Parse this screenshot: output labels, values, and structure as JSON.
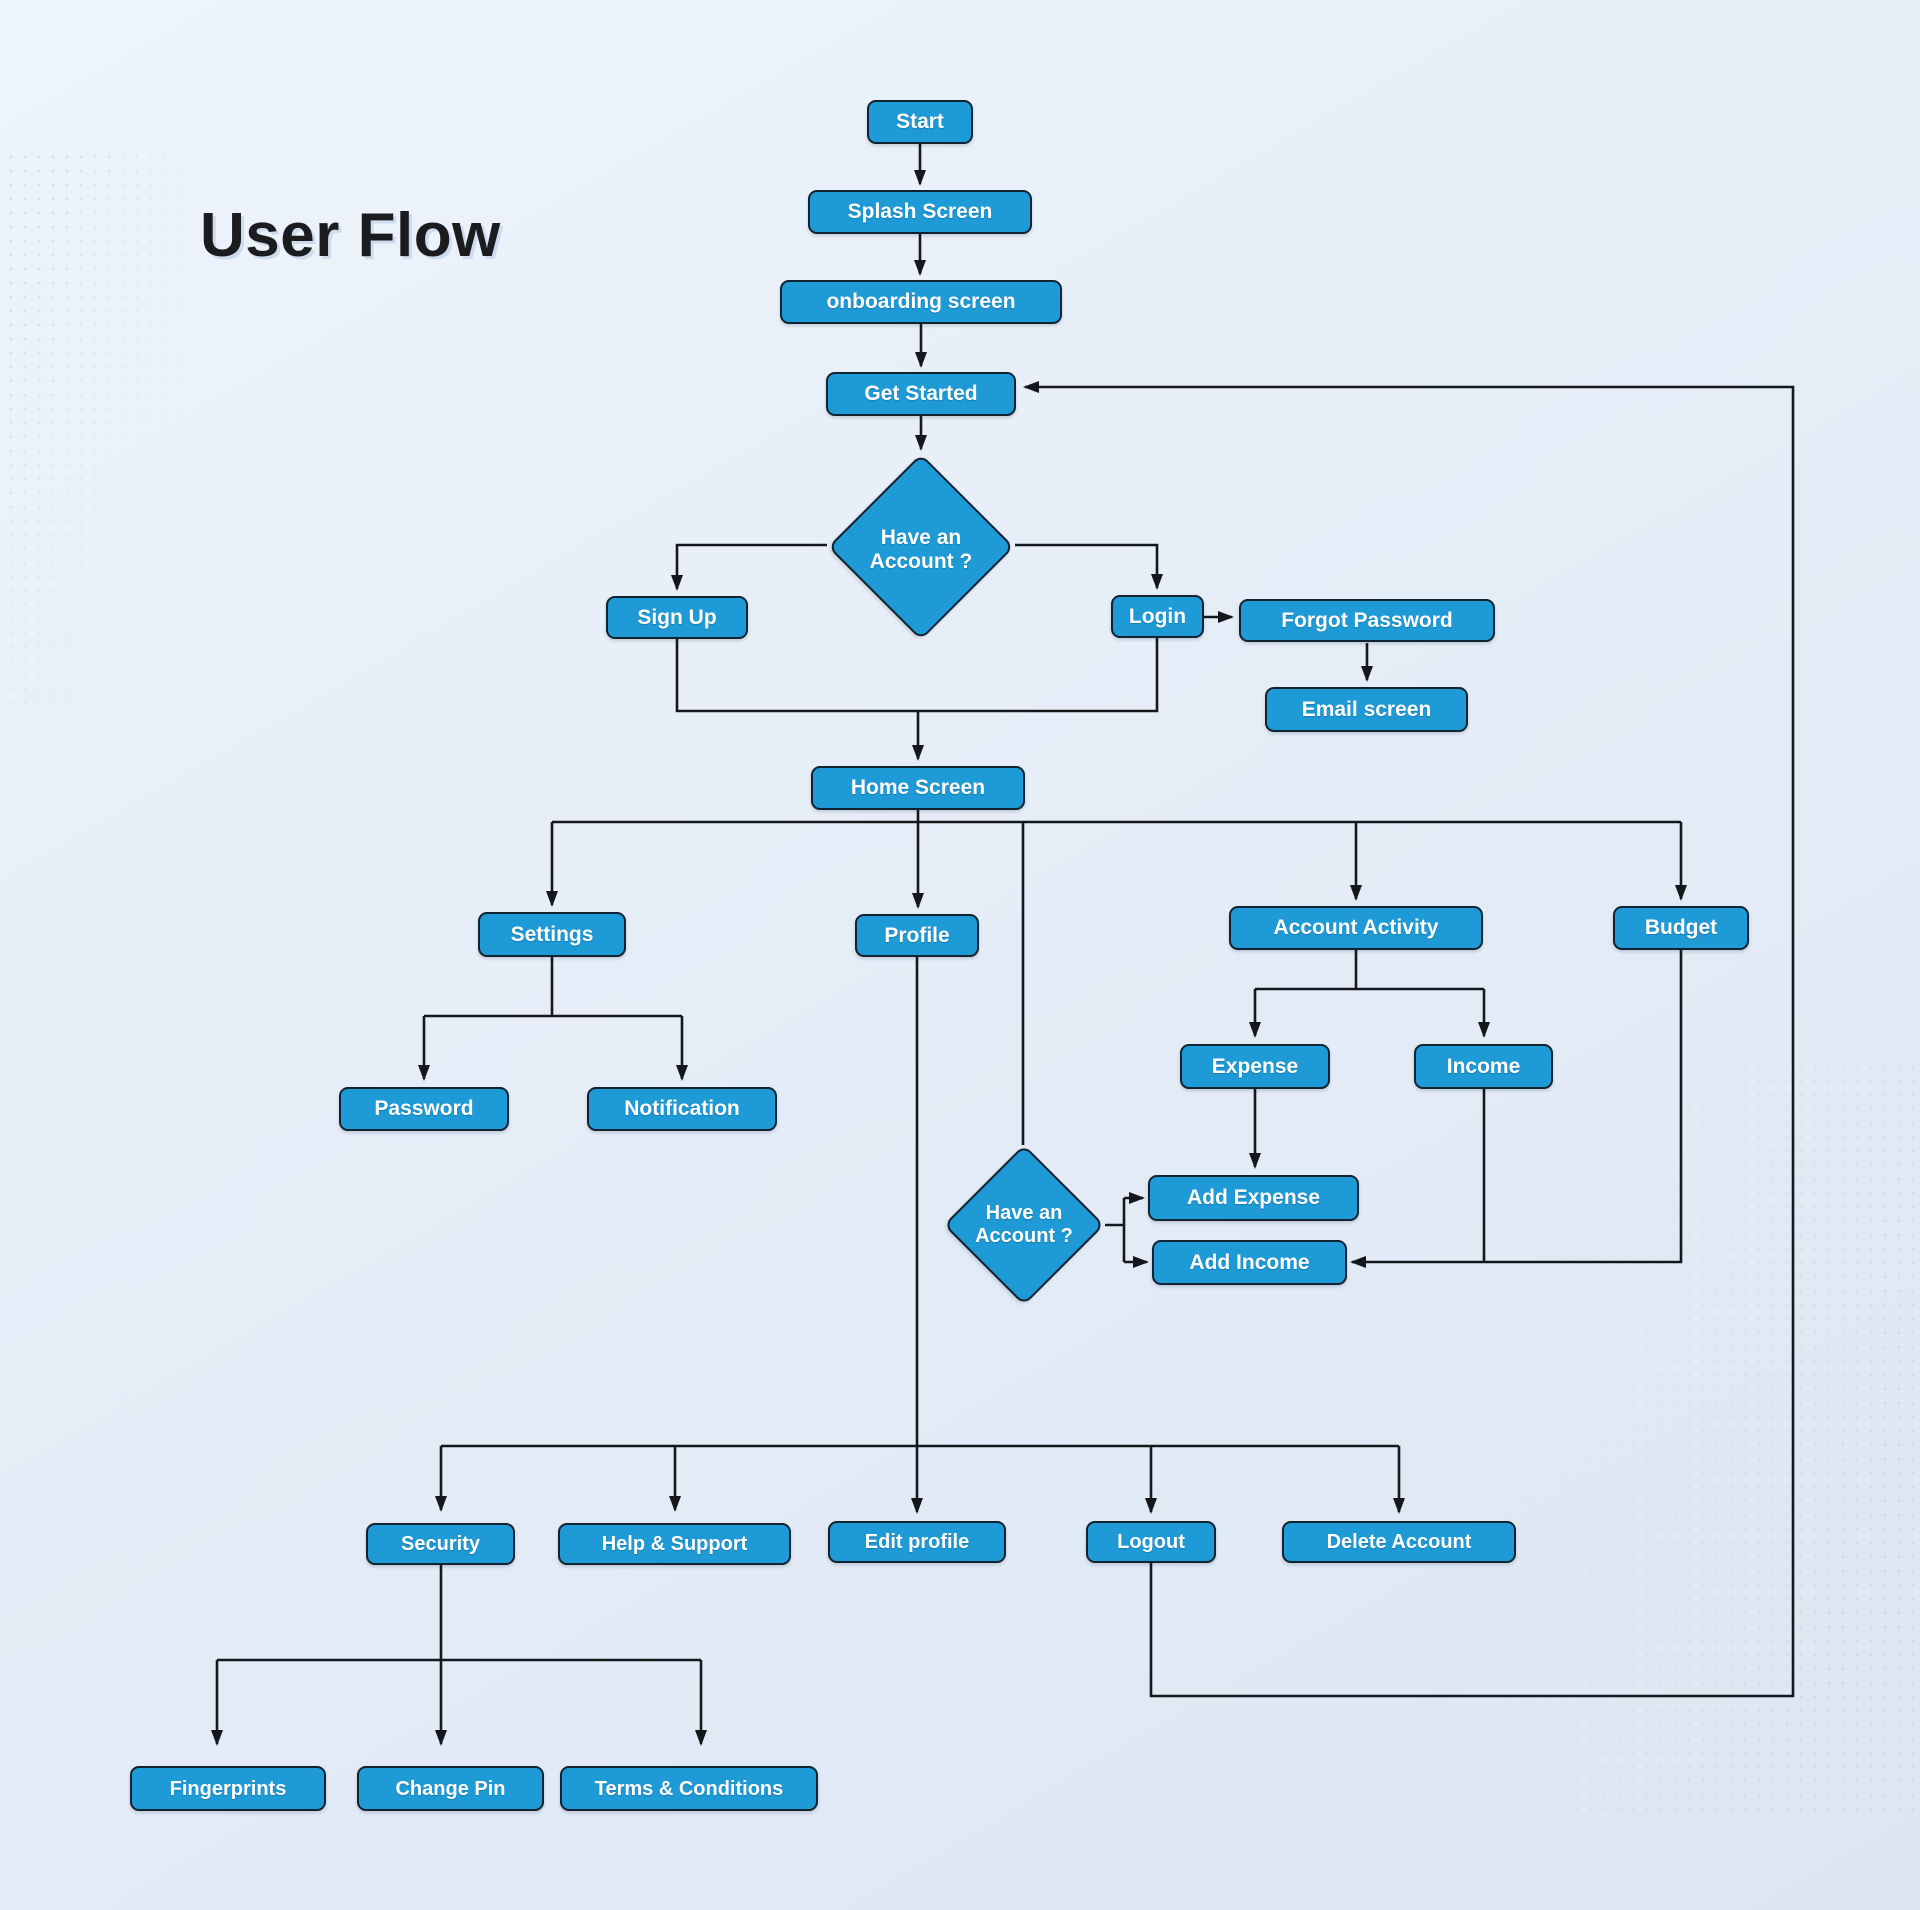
{
  "title": "User Flow",
  "colors": {
    "node_fill": "#1E9AD6",
    "node_border": "#102331",
    "node_text": "#FFFFFF",
    "connector": "#14181C",
    "background_start": "#EEF4FC",
    "background_end": "#DCE6F2",
    "title_color": "#1B1C20"
  },
  "nodes": {
    "start": {
      "label": "Start"
    },
    "splash": {
      "label": "Splash Screen"
    },
    "onboarding": {
      "label": "onboarding screen"
    },
    "get_started": {
      "label": "Get Started"
    },
    "have_account_1": {
      "label": "Have an Account ?"
    },
    "sign_up": {
      "label": "Sign Up"
    },
    "login": {
      "label": "Login"
    },
    "forgot_password": {
      "label": "Forgot Password"
    },
    "email_screen": {
      "label": "Email screen"
    },
    "home_screen": {
      "label": "Home Screen"
    },
    "settings": {
      "label": "Settings"
    },
    "profile": {
      "label": "Profile"
    },
    "account_activity": {
      "label": "Account Activity"
    },
    "budget": {
      "label": "Budget"
    },
    "password": {
      "label": "Password"
    },
    "notification": {
      "label": "Notification"
    },
    "expense": {
      "label": "Expense"
    },
    "income": {
      "label": "Income"
    },
    "have_account_2": {
      "label": "Have an Account ?"
    },
    "add_expense": {
      "label": "Add Expense"
    },
    "add_income": {
      "label": "Add Income"
    },
    "security": {
      "label": "Security"
    },
    "help_support": {
      "label": "Help & Support"
    },
    "edit_profile": {
      "label": "Edit profile"
    },
    "logout": {
      "label": "Logout"
    },
    "delete_account": {
      "label": "Delete Account"
    },
    "fingerprints": {
      "label": "Fingerprints"
    },
    "change_pin": {
      "label": "Change Pin"
    },
    "terms_conditions": {
      "label": "Terms & Conditions"
    }
  },
  "connections": [
    {
      "from": "start",
      "to": "splash"
    },
    {
      "from": "splash",
      "to": "onboarding"
    },
    {
      "from": "onboarding",
      "to": "get_started"
    },
    {
      "from": "get_started",
      "to": "have_account_1"
    },
    {
      "from": "have_account_1",
      "to": "sign_up"
    },
    {
      "from": "have_account_1",
      "to": "login"
    },
    {
      "from": "login",
      "to": "forgot_password"
    },
    {
      "from": "forgot_password",
      "to": "email_screen"
    },
    {
      "from": "sign_up",
      "to": "home_screen"
    },
    {
      "from": "login",
      "to": "home_screen"
    },
    {
      "from": "home_screen",
      "to": "settings"
    },
    {
      "from": "home_screen",
      "to": "profile"
    },
    {
      "from": "home_screen",
      "to": "have_account_2"
    },
    {
      "from": "home_screen",
      "to": "account_activity"
    },
    {
      "from": "home_screen",
      "to": "budget"
    },
    {
      "from": "settings",
      "to": "password"
    },
    {
      "from": "settings",
      "to": "notification"
    },
    {
      "from": "account_activity",
      "to": "expense"
    },
    {
      "from": "account_activity",
      "to": "income"
    },
    {
      "from": "expense",
      "to": "add_expense"
    },
    {
      "from": "income",
      "to": "add_income"
    },
    {
      "from": "budget",
      "to": "add_income"
    },
    {
      "from": "have_account_2",
      "to": "add_expense"
    },
    {
      "from": "have_account_2",
      "to": "add_income"
    },
    {
      "from": "profile",
      "to": "security"
    },
    {
      "from": "profile",
      "to": "help_support"
    },
    {
      "from": "profile",
      "to": "edit_profile"
    },
    {
      "from": "profile",
      "to": "logout"
    },
    {
      "from": "profile",
      "to": "delete_account"
    },
    {
      "from": "security",
      "to": "fingerprints"
    },
    {
      "from": "security",
      "to": "change_pin"
    },
    {
      "from": "security",
      "to": "terms_conditions"
    },
    {
      "from": "logout",
      "to": "get_started"
    }
  ]
}
